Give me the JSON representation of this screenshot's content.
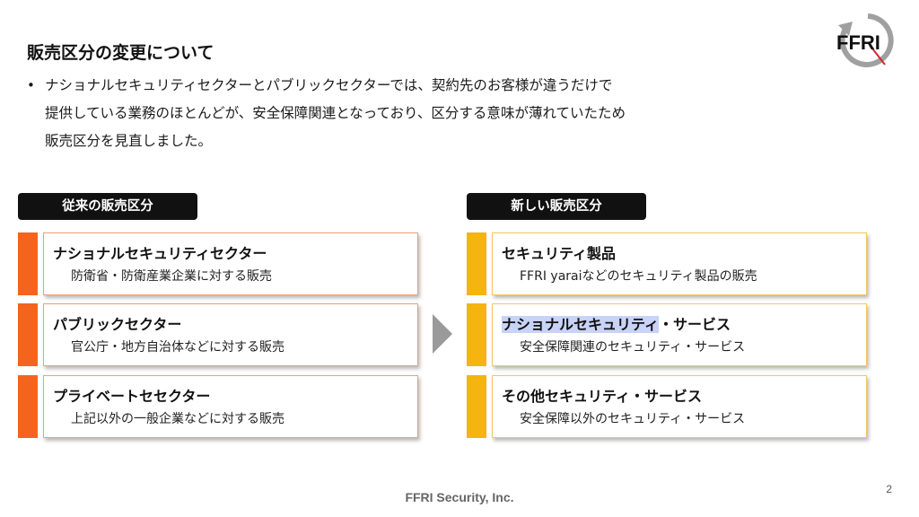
{
  "slide": {
    "title": "販売区分の変更について",
    "logo_text": "FFRI",
    "bullet_marker": "•",
    "bullet_lines": [
      "ナショナルセキュリティセクターとパブリックセクターでは、契約先のお客様が違うだけで",
      "提供している業務のほとんどが、安全保障関連となっており、区分する意味が薄れていたため",
      "販売区分を見直しました。"
    ]
  },
  "old_section": {
    "label": "従来の販売区分",
    "cards": [
      {
        "title": "ナショナルセキュリティセクター",
        "desc": "防衛省・防衛産業企業に対する販売"
      },
      {
        "title": "パブリックセクター",
        "desc": "官公庁・地方自治体などに対する販売"
      },
      {
        "title": "プライベートセセクター",
        "desc": "上記以外の一般企業などに対する販売"
      }
    ]
  },
  "new_section": {
    "label": "新しい販売区分",
    "cards": [
      {
        "title": "セキュリティ製品",
        "desc": "FFRI yaraiなどのセキュリティ製品の販売"
      },
      {
        "title_highlight": "ナショナルセキュリティ",
        "title_rest": "・サービス",
        "desc": "安全保障関連のセキュリティ・サービス"
      },
      {
        "title": "その他セキュリティ・サービス",
        "desc": "安全保障以外のセキュリティ・サービス"
      }
    ]
  },
  "footer": {
    "company": "FFRI Security, Inc.",
    "page_number": "2"
  },
  "colors": {
    "old_accent": "#f4641e",
    "new_accent": "#f5b40f",
    "highlight": "#c9d2f7",
    "logo_gray": "#a0a0a0",
    "logo_red": "#d9262c"
  }
}
